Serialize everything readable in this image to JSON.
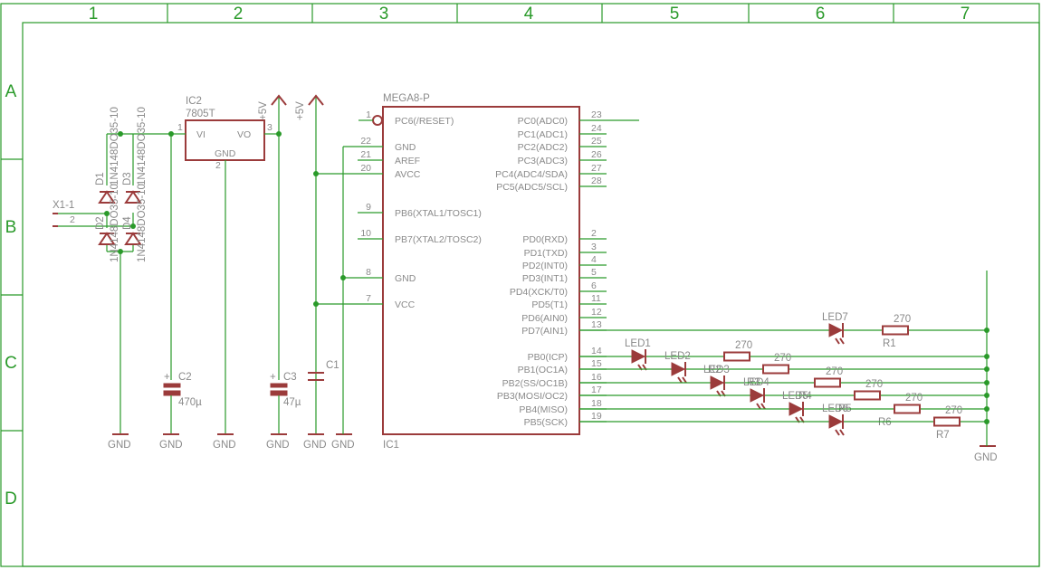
{
  "frame": {
    "columns": [
      "1",
      "2",
      "3",
      "4",
      "5",
      "6",
      "7"
    ],
    "rows": [
      "A",
      "B",
      "C",
      "D"
    ]
  },
  "ic1": {
    "part": "MEGA8-P",
    "name": "IC1",
    "left_pins": [
      {
        "num": "1",
        "name": "PC6(/RESET)"
      },
      {
        "num": "22",
        "name": "GND"
      },
      {
        "num": "21",
        "name": "AREF"
      },
      {
        "num": "20",
        "name": "AVCC"
      },
      {
        "num": "9",
        "name": "PB6(XTAL1/TOSC1)"
      },
      {
        "num": "10",
        "name": "PB7(XTAL2/TOSC2)"
      },
      {
        "num": "8",
        "name": "GND"
      },
      {
        "num": "7",
        "name": "VCC"
      }
    ],
    "right_pins": [
      {
        "num": "23",
        "name": "PC0(ADC0)"
      },
      {
        "num": "24",
        "name": "PC1(ADC1)"
      },
      {
        "num": "25",
        "name": "PC2(ADC2)"
      },
      {
        "num": "26",
        "name": "PC3(ADC3)"
      },
      {
        "num": "27",
        "name": "PC4(ADC4/SDA)"
      },
      {
        "num": "28",
        "name": "PC5(ADC5/SCL)"
      },
      {
        "num": "2",
        "name": "PD0(RXD)"
      },
      {
        "num": "3",
        "name": "PD1(TXD)"
      },
      {
        "num": "4",
        "name": "PD2(INT0)"
      },
      {
        "num": "5",
        "name": "PD3(INT1)"
      },
      {
        "num": "6",
        "name": "PD4(XCK/T0)"
      },
      {
        "num": "11",
        "name": "PD5(T1)"
      },
      {
        "num": "12",
        "name": "PD6(AIN0)"
      },
      {
        "num": "13",
        "name": "PD7(AIN1)"
      },
      {
        "num": "14",
        "name": "PB0(ICP)"
      },
      {
        "num": "15",
        "name": "PB1(OC1A)"
      },
      {
        "num": "16",
        "name": "PB2(SS/OC1B)"
      },
      {
        "num": "17",
        "name": "PB3(MOSI/OC2)"
      },
      {
        "num": "18",
        "name": "PB4(MISO)"
      },
      {
        "num": "19",
        "name": "PB5(SCK)"
      }
    ]
  },
  "ic2": {
    "name": "IC2",
    "part": "7805T",
    "pin_vi": "VI",
    "pin_vo": "VO",
    "pin_gnd": "GND",
    "num_in": "1",
    "num_gnd": "2",
    "num_out": "3"
  },
  "bridge": {
    "diodes": [
      "D1",
      "D2",
      "D3",
      "D4"
    ],
    "part_a": "1N4148DO35-10",
    "part_b": "1N4148DO35-10",
    "part_c": "1N4148DO35-10",
    "part_d": "1N4148DO35-10"
  },
  "connector": {
    "name": "X1-1",
    "pin2": "2"
  },
  "caps": {
    "c1": {
      "name": "C1"
    },
    "c2": {
      "name": "C2",
      "value": "470µ"
    },
    "c3": {
      "name": "C3",
      "value": "47µ"
    }
  },
  "supply": {
    "v5_a": "+5V",
    "v5_b": "+5V"
  },
  "gnd": {
    "label": "GND",
    "label2": "GND"
  },
  "leds": [
    "LED7",
    "LED1",
    "LED2",
    "LED3",
    "LED4",
    "LED5",
    "LED6"
  ],
  "resistors": [
    {
      "name": "R1",
      "value": "270"
    },
    {
      "name": "R2",
      "value": "270"
    },
    {
      "name": "R3",
      "value": "270"
    },
    {
      "name": "R4",
      "value": "270"
    },
    {
      "name": "R5",
      "value": "270"
    },
    {
      "name": "R6",
      "value": "270"
    },
    {
      "name": "R7",
      "value": "270"
    }
  ]
}
